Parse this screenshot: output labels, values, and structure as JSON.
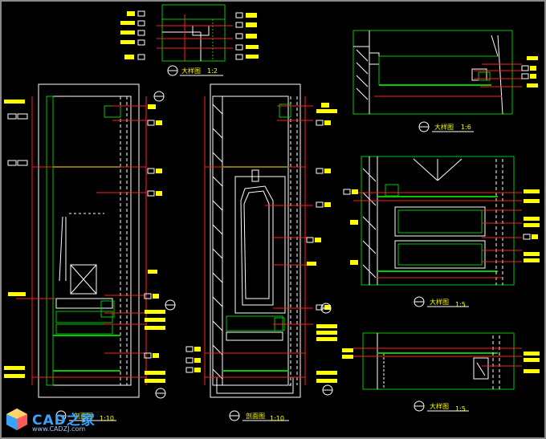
{
  "detail_titles": [
    {
      "id": "detail-top-center",
      "label": "大样图",
      "scale": "1:2"
    },
    {
      "id": "detail-right-top",
      "label": "大样图",
      "scale": "1:6"
    },
    {
      "id": "detail-right-middle",
      "label": "大样图",
      "scale": "1:5"
    },
    {
      "id": "detail-right-bottom",
      "label": "大样图",
      "scale": "1:5"
    }
  ],
  "section_titles": [
    {
      "id": "section-left",
      "label": "剖面图",
      "scale": "1:10"
    },
    {
      "id": "section-center",
      "label": "剖面图",
      "scale": "1:10"
    }
  ],
  "watermark": {
    "brand": "CAD之家",
    "url": "www.CADZJ.com"
  },
  "colors": {
    "background": "#000000",
    "outline": "#ffffff",
    "hatch": "#00c800",
    "dimension": "#ff2020",
    "annotation": "#ffff00",
    "marker": "#00ffff"
  }
}
